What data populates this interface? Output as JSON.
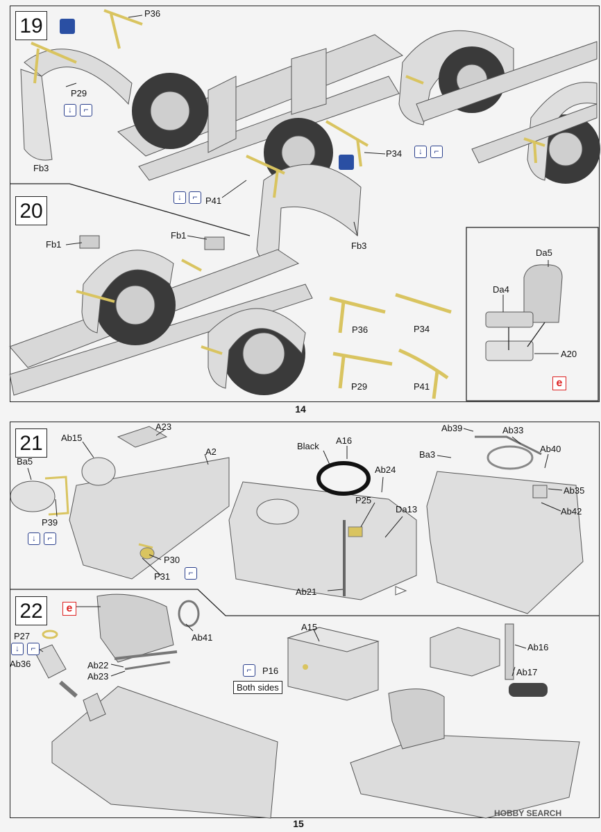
{
  "steps": {
    "s19": {
      "num": "19",
      "labels": {
        "p36": "P36",
        "p29": "P29",
        "fb3a": "Fb3",
        "p41": "P41",
        "p34": "P34",
        "fb3b": "Fb3"
      }
    },
    "s20": {
      "num": "20",
      "labels": {
        "fb1a": "Fb1",
        "fb1b": "Fb1",
        "p36": "P36",
        "p34": "P34",
        "p29": "P29",
        "p41": "P41",
        "da5": "Da5",
        "da4": "Da4",
        "a20": "A20",
        "e": "e"
      }
    },
    "s21": {
      "num": "21",
      "labels": {
        "ab15": "Ab15",
        "a23": "A23",
        "a2": "A2",
        "ba5": "Ba5",
        "p39": "P39",
        "p30": "P30",
        "p31": "P31",
        "black": "Black",
        "a16": "A16",
        "ab24": "Ab24",
        "p25": "P25",
        "da13": "Da13",
        "ab21": "Ab21",
        "ab39": "Ab39",
        "ab33": "Ab33",
        "ba3": "Ba3",
        "ab40": "Ab40",
        "ab35": "Ab35",
        "ab42": "Ab42"
      }
    },
    "s22": {
      "num": "22",
      "labels": {
        "e": "e",
        "p27": "P27",
        "ab36": "Ab36",
        "ab41": "Ab41",
        "ab22": "Ab22",
        "ab23": "Ab23",
        "a15": "A15",
        "p16": "P16",
        "both": "Both sides",
        "ab16": "Ab16",
        "ab17": "Ab17"
      }
    }
  },
  "pages": {
    "top": "14",
    "bottom": "15"
  },
  "watermark": "HOBBY SEARCH",
  "colors": {
    "brass": "#d9c460",
    "part": "#d8d8d8",
    "icon": "#2a3f8c",
    "accent": "#d22"
  }
}
